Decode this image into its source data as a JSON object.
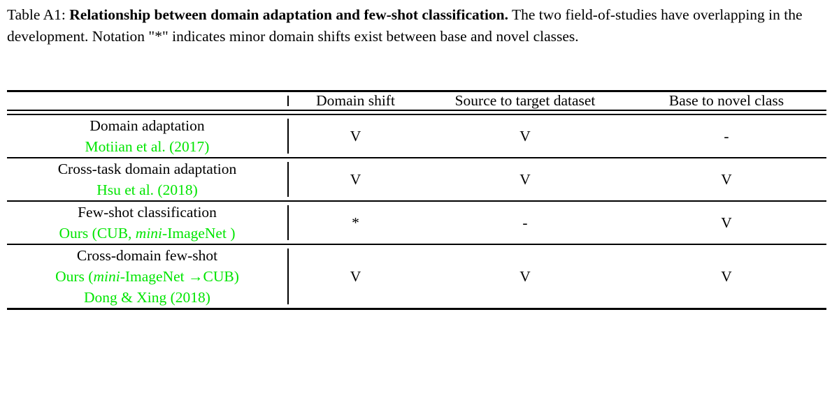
{
  "caption": {
    "prefix": "Table A1: ",
    "bold_title": "Relationship between domain adaptation and few-shot classification.",
    "body": " The two field-of-studies have overlapping in the development. Notation \"*\" indicates minor domain shifts exist between base and novel classes."
  },
  "colors": {
    "citation_green": "#00e500",
    "text_black": "#000000",
    "rule_black": "#000000",
    "page_background": "#ffffff"
  },
  "table": {
    "columns": [
      {
        "key": "method",
        "header": ""
      },
      {
        "key": "domain_shift",
        "header": "Domain shift"
      },
      {
        "key": "source_to_target",
        "header": "Source to target dataset"
      },
      {
        "key": "base_to_novel",
        "header": "Base to novel class"
      }
    ],
    "rows": [
      {
        "label_lines": [
          {
            "text": "Domain adaptation",
            "style": "black"
          },
          {
            "text": "Motiian et al. (2017)",
            "style": "green"
          }
        ],
        "domain_shift": "V",
        "source_to_target": "V",
        "base_to_novel": "-"
      },
      {
        "label_lines": [
          {
            "text": "Cross-task domain adaptation",
            "style": "black"
          },
          {
            "text": "Hsu et al. (2018)",
            "style": "green"
          }
        ],
        "domain_shift": "V",
        "source_to_target": "V",
        "base_to_novel": "V"
      },
      {
        "label_lines": [
          {
            "text": "Few-shot classification",
            "style": "black"
          },
          {
            "text": "Ours (CUB, mini-ImageNet )",
            "style": "green",
            "italic_part": "mini"
          }
        ],
        "domain_shift": "*",
        "source_to_target": "-",
        "base_to_novel": "V"
      },
      {
        "label_lines": [
          {
            "text": "Cross-domain few-shot",
            "style": "black"
          },
          {
            "text": "Ours (mini-ImageNet →CUB)",
            "style": "green",
            "italic_part": "mini"
          },
          {
            "text": "Dong & Xing (2018)",
            "style": "green"
          }
        ],
        "domain_shift": "V",
        "source_to_target": "V",
        "base_to_novel": "V"
      }
    ]
  }
}
